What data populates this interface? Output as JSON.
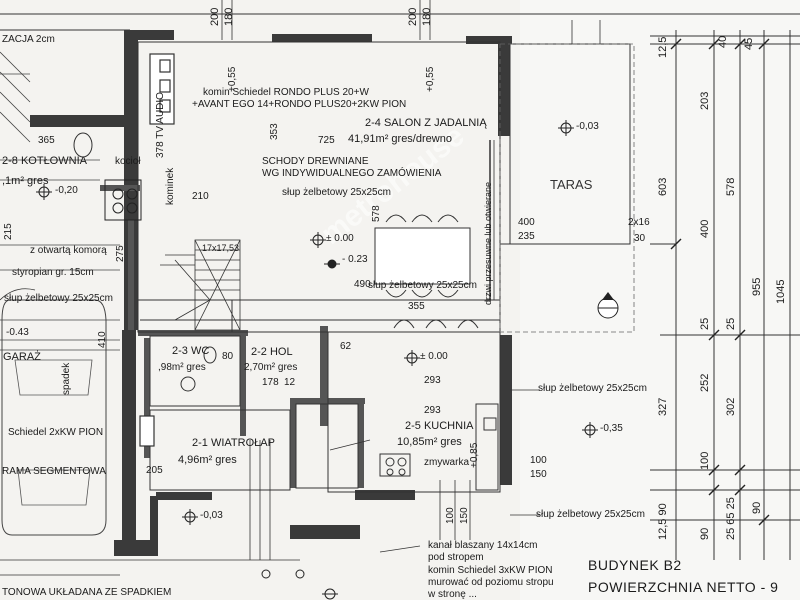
{
  "plan": {
    "title": "BUDYNEK B2",
    "subtitle": "POWIERZCHNIA NETTO - 9",
    "taras": "TARAS",
    "watermark": "metrohouse"
  },
  "rooms": {
    "kotlownia_name": "2-8 KOTŁOWNIA",
    "kotlownia_area": ",1m² gres",
    "salon_name": "2-4 SALON Z JADALNIĄ",
    "salon_area": "41,91m² gres/drewno",
    "wc_name": "2-3 WC",
    "wc_area": ",98m² gres",
    "hol_name": "2-2 HOL",
    "hol_area": "2,70m² gres",
    "wiatrolap_name": "2-1 WIATROŁAP",
    "wiatrolap_area": "4,96m² gres",
    "kuchnia_name": "2-5 KUCHNIA",
    "kuchnia_area": "10,85m² gres",
    "garaz": "GARAŻ"
  },
  "notes": {
    "izolacja": "ZACJA 2cm",
    "komin1": "komin Schiedel RONDO PLUS 20+W",
    "komin2": "+AVANT EGO 14+RONDO PLUS20+2KW PION",
    "schody1": "SCHODY DREWNIANE",
    "schody2": "WG INDYWIDUALNEGO ZAMÓWIENIA",
    "slup1": "słup żelbetowy 25x25cm",
    "slup2": "słup żelbetowy 25x25cm",
    "slup3": "słup żelbetowy 25x25cm",
    "slup4": "słup żelbetowy 25x25cm",
    "slup5": "słup żelbetowy 25x25cm",
    "komora": "z otwartą komorą",
    "styropian": "styropian gr. 15cm",
    "kociol": "kocioł",
    "kominek": "kominek",
    "tv": "378 TV AUDIO",
    "schiedel_pion": "Schiedel 2xKW PION",
    "brama": "RAMA SEGMENTOWA",
    "spadek": "spadek",
    "drzwi": "drzwi przesuwne lub otwierane",
    "kanal1": "kanał blaszany 14x14cm",
    "kanal2": "pod stropem",
    "komin3": "komin Schiedel 3xKW PION",
    "komin4": "murować od poziomu stropu",
    "komin5": "w stronę ...",
    "zmywarka": "zmywarka",
    "podlogi": "TONOWA UKŁADANA ZE SPADKIEM",
    "stair_dim": "17x17,53"
  },
  "levels": {
    "l_000a": "± 0.00",
    "l_000b": "± 0.00",
    "l_003a": "-0,03",
    "l_003b": "-0,03",
    "l_023": "- 0.23",
    "l_020": "-0,20",
    "l_035": "-0,35",
    "l_043": "-0.43",
    "l_pp1": "+0,55",
    "l_pp2": "+0,55",
    "l_085": "+0,85"
  },
  "dims": {
    "top_200a": "200",
    "top_180a": "180",
    "top_200b": "200",
    "top_180b": "180",
    "r_1250": "12,5",
    "r_40": "40",
    "r_203": "203",
    "r_45": "45",
    "r_603": "603",
    "r_578a": "578",
    "r_400a": "400",
    "r_955": "955",
    "r_1045": "1045",
    "r_327": "327",
    "r_252": "252",
    "r_302": "302",
    "r_100": "100",
    "r_2565": "25 65 25",
    "r_90a": "90",
    "r_90b": "90",
    "r_1250b": "12,5 90",
    "r_25a": "25",
    "r_25b": "25",
    "d_400": "400",
    "d_235": "235",
    "d_2x16": "2x16",
    "d_30": "30",
    "d_490": "490",
    "d_355": "355",
    "d_353": "353",
    "d_725": "725",
    "d_365": "365",
    "d_210a": "210",
    "d_215": "215",
    "d_275a": "275",
    "d_410": "410",
    "d_293a": "293",
    "d_293b": "293",
    "d_62": "62",
    "d_100a": "100",
    "d_150a": "150",
    "d_100b": "100",
    "d_150b": "150",
    "d_205": "205",
    "d_80": "80",
    "d_178": "178",
    "d_12": "12",
    "d_578b": "578"
  }
}
